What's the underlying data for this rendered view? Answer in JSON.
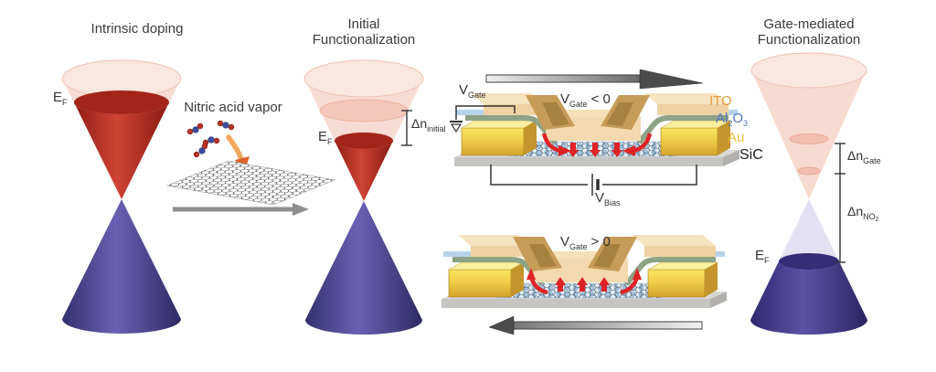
{
  "figure": {
    "panel_intrinsic": {
      "title": "Intrinsic doping",
      "ef_main": "E",
      "ef_sub": "F"
    },
    "panel_vapor": {
      "label": "Nitric acid vapor"
    },
    "panel_initial": {
      "title_line1": "Initial",
      "title_line2": "Functionalization",
      "ef_main": "E",
      "ef_sub": "F",
      "dn_main": "Δn",
      "dn_sub": "initial"
    },
    "panel_gate": {
      "title_line1": "Gate-mediated",
      "title_line2": "Functionalization",
      "ef_main": "E",
      "ef_sub": "F",
      "dn_gate_main": "Δn",
      "dn_gate_sub": "Gate",
      "dn_no2_main": "Δn",
      "dn_no2_sub": "NO",
      "dn_no2_subsub": "2"
    },
    "device_top": {
      "vgate_main": "V",
      "vgate_sub": "Gate",
      "vgate_cond_main": "V",
      "vgate_cond_sub": "Gate",
      "vgate_cond_rel": "< 0",
      "vbias_main": "V",
      "vbias_sub": "Bias"
    },
    "device_bottom": {
      "vgate_cond_main": "V",
      "vgate_cond_sub": "Gate",
      "vgate_cond_rel": "> 0"
    },
    "layer_labels": {
      "ito": "ITO",
      "al2o3_p1": "Al",
      "al2o3_s1": "2",
      "al2o3_p2": "O",
      "al2o3_s2": "3",
      "au": "Au",
      "sic": "SiC"
    },
    "colors": {
      "cone_red": "#b02a20",
      "cone_pink": "#f7dcd3",
      "cone_blue": "#453c8c",
      "cone_lavender": "#e4e1f3",
      "gold": "#e8c84a",
      "ito_tan": "#f3d9ae",
      "al2o3_blue": "#b7d3ec",
      "buffer_green": "#8da385",
      "substrate_gray": "#d8d7d4",
      "arrow_red": "#de2326",
      "label_ito": "#e59b3c",
      "label_al2o3": "#5577bb",
      "label_au": "#eec139",
      "label_sic": "#1d1d1d"
    }
  }
}
